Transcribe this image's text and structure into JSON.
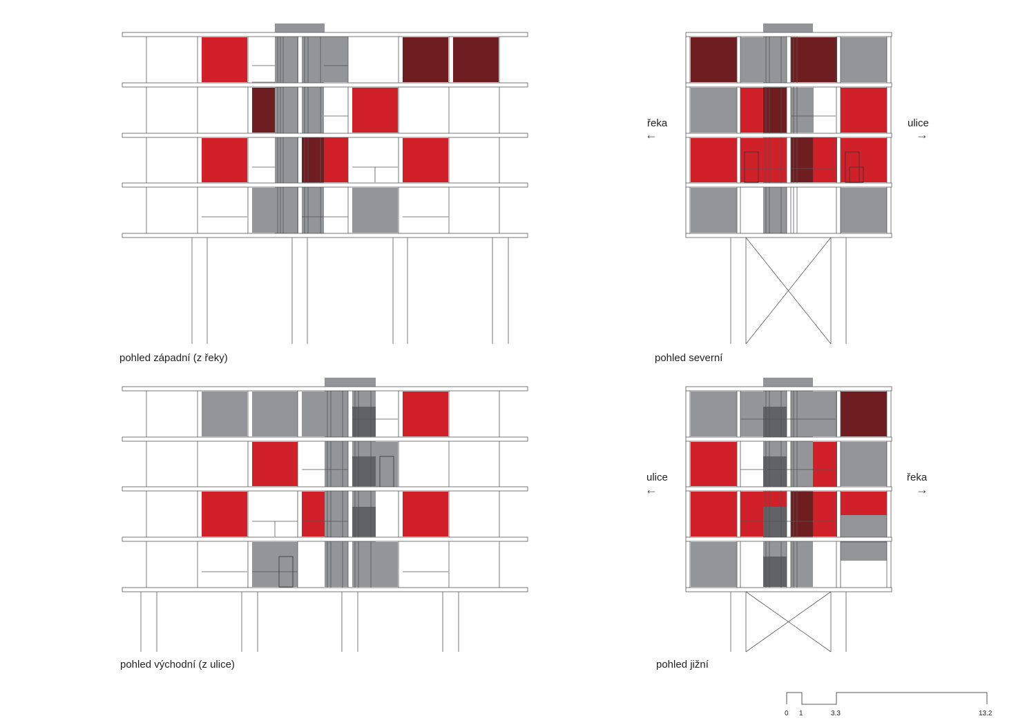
{
  "colors": {
    "red": "#d0202a",
    "darkred": "#6e1d20",
    "gray": "#939598",
    "darkgray": "#616265",
    "line": "#555555"
  },
  "views": {
    "west": {
      "caption": "pohled západní (z řeky)"
    },
    "north": {
      "caption": "pohled severní",
      "left_dir": "řeka",
      "right_dir": "ulice"
    },
    "east": {
      "caption": "pohled východní (z ulice)"
    },
    "south": {
      "caption": "pohled jižní",
      "left_dir": "ulice",
      "right_dir": "řeka"
    }
  },
  "arrows": {
    "left": "←",
    "right": "→"
  },
  "scale": {
    "labels": [
      "0",
      "1",
      "3.3",
      "13.2"
    ]
  }
}
